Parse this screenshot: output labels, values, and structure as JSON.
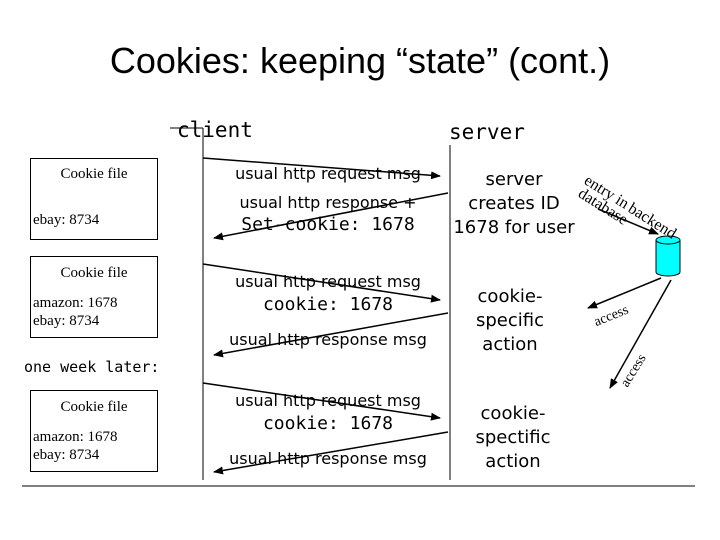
{
  "title": "Cookies: keeping “state” (cont.)",
  "client_label": "client",
  "server_label": "server",
  "cookie_files": [
    {
      "label": "Cookie file",
      "entries": [
        "ebay: 8734"
      ]
    },
    {
      "label": "Cookie file",
      "entries": [
        "amazon: 1678",
        "ebay: 8734"
      ]
    },
    {
      "label": "Cookie file",
      "entries": [
        "amazon: 1678",
        "ebay: 8734"
      ]
    }
  ],
  "messages": {
    "req1": "usual http request msg",
    "resp1": "usual http response +",
    "resp1_cookie": "Set-cookie: 1678",
    "req2": "usual http request msg",
    "req2_cookie": "cookie: 1678",
    "resp2": "usual http response msg",
    "req3": "usual http request msg",
    "req3_cookie": "cookie: 1678",
    "resp3": "usual http response msg"
  },
  "server_actions": {
    "creates_id": [
      "server",
      "creates ID",
      "1678 for user"
    ],
    "action1": [
      "cookie-",
      "specific",
      "action"
    ],
    "action2": [
      "cookie-",
      "spectific",
      "action"
    ]
  },
  "one_week_later": "one week later:",
  "db_labels": {
    "entry": "entry in",
    "database": "database",
    "backend": "backend",
    "access1": "access",
    "access2": "access"
  }
}
